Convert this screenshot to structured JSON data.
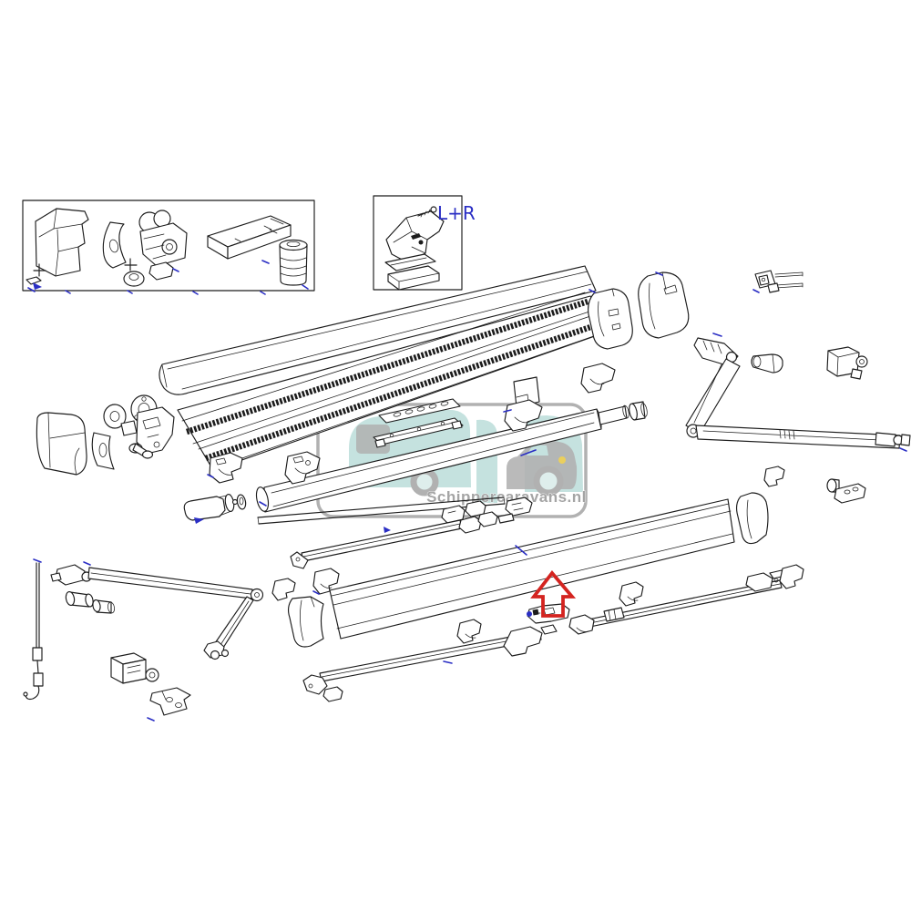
{
  "labels": {
    "left_right": "L+R"
  },
  "watermark": {
    "text": "Schippercaravans.nl",
    "text_color": "#8f8f8f",
    "border_color": "#a8a8a8",
    "caravan_color": "#b7dcd8",
    "car_color": "#9e9e9e",
    "accent_yellow": "#e6c435"
  },
  "colors": {
    "line": "#1c1c1c",
    "accent_blue": "#2a2ec4",
    "arrow_red": "#d42420",
    "wm_gray": "#9e9e9e",
    "wm_teal": "#b7dcd8",
    "wm_text": "#8f8f8f",
    "wm_yellow": "#e6c435"
  },
  "diagram": {
    "type": "exploded-parts-diagram",
    "subject": "caravan roof awning exploded parts view",
    "annotation": {
      "highlight_arrow_direction": "up"
    },
    "insets": [
      {
        "name": "motor-and-end-cap-kit"
      },
      {
        "name": "mounting-bracket-kit",
        "label": "L+R"
      }
    ],
    "parts": [
      "end-cap-housing",
      "retainer-clip",
      "clamp-shell",
      "lock-ring",
      "gear-drive-assembly",
      "control-unit-box",
      "cylinder-adapter",
      "wall-bracket-with-screw",
      "spacer-plate",
      "spacer-block",
      "case-top-profile",
      "rolled-awning-fabric",
      "drive-gear-discs",
      "gear-mount-bracket",
      "left-case-end-housing",
      "end-cap-clamp",
      "roller-tube",
      "tube-end-shaft",
      "tube-end-adapter",
      "motor-unit",
      "motor-collar",
      "roof-bracket-1",
      "roof-bracket-2",
      "roof-bracket-3",
      "roof-bracket-4",
      "fabric-flap",
      "perforated-rack-strip-upper",
      "perforated-rack-strip-lower",
      "case-end-cap-inner",
      "case-end-cap-outer",
      "pin-bracket",
      "spring-arm-right",
      "arm-end-sleeve",
      "wall-mount-bracket-right",
      "support-rail",
      "rail-fittings",
      "tension-rafter-rail",
      "front-lead-rail-panel",
      "lead-rail-end-cap-left",
      "lead-rail-end-cap-right",
      "lock-slider",
      "retainer-clips",
      "spring-arm-left",
      "arm-handle-sleeves",
      "crank-pole",
      "support-leg-middle",
      "support-leg-right",
      "wall-bracket-box",
      "wall-bracket-angled",
      "t-bracket"
    ]
  }
}
